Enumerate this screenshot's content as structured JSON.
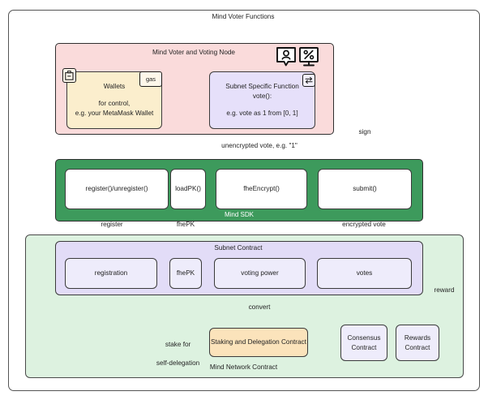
{
  "diagram": {
    "outer_title": "Mind Voter Functions",
    "zones": {
      "voter_node": "Mind Voter and Voting Node",
      "mind_sdk": "Mind SDK",
      "subnet_contract": "Subnet Contract",
      "network_contract": "Mind Network Contract"
    },
    "nodes": {
      "wallets": {
        "title": "Wallets",
        "detail_1": "for control,",
        "detail_2": "e.g. your MetaMask Wallet",
        "badge": "gas",
        "corner_icon": "tag-icon"
      },
      "subnet_function": {
        "line_1": "Subnet Specific Function",
        "line_2": "vote():",
        "line_3": "e.g. vote as 1 from [0, 1]",
        "corner_icon": "exchange-arrows-icon"
      },
      "sdk": {
        "register": "register()/unregister()",
        "loadpk": "loadPK()",
        "fheencrypt": "fheEncrypt()",
        "submit": "submit()"
      },
      "subnet": {
        "registration": "registration",
        "fhepk": "fhePK",
        "voting_power": "voting power",
        "votes": "votes"
      },
      "network": {
        "staking": "Staking and Delegation Contract",
        "consensus_l1": "Consensus",
        "consensus_l2": "Contract",
        "rewards_l1": "Rewards",
        "rewards_l2": "Contract"
      }
    },
    "edge_labels": {
      "unencrypted_vote": "unencrypted vote, e.g. \"1\"",
      "sign": "sign",
      "register": "register",
      "fhepk": "fhePK",
      "encrypted_vote": "encrypted vote",
      "convert": "convert",
      "reward": "reward",
      "stake_l1": "stake for",
      "stake_l2": "self-delegation"
    },
    "header_icons": {
      "person": "person-speech-bubble-icon",
      "monitor": "percent-monitor-icon"
    },
    "colors": {
      "voter_zone": "#fadbdb",
      "sdk_zone": "#3d9a5c",
      "network_zone": "#ddf2e0",
      "subnet_zone": "#e2dcf7",
      "wallet": "#fbeecd",
      "function": "#e6e0fa",
      "staking": "#fbe3bb",
      "stroke": "#2f2f2f"
    }
  }
}
